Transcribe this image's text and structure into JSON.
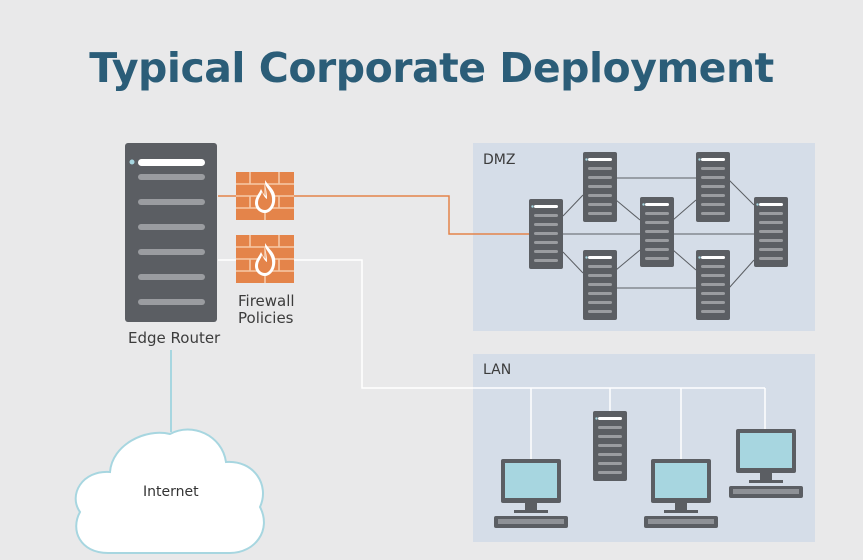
{
  "title": "Typical Corporate Deployment",
  "labels": {
    "edge_router": "Edge Router",
    "firewall_line1": "Firewall",
    "firewall_line2": "Policies",
    "dmz": "DMZ",
    "lan": "LAN",
    "internet": "Internet"
  },
  "colors": {
    "title": "#2b5d78",
    "router": "#5b5e63",
    "zone_bg": "#d5dde8",
    "firewall_brick": "#e4844a",
    "orange_link": "#e4844a",
    "white_link": "#ffffff",
    "monitor_screen": "#a7d6e0"
  },
  "icons": [
    "router-icon",
    "firewall-icon",
    "server-icon",
    "monitor-icon",
    "cloud-icon"
  ]
}
